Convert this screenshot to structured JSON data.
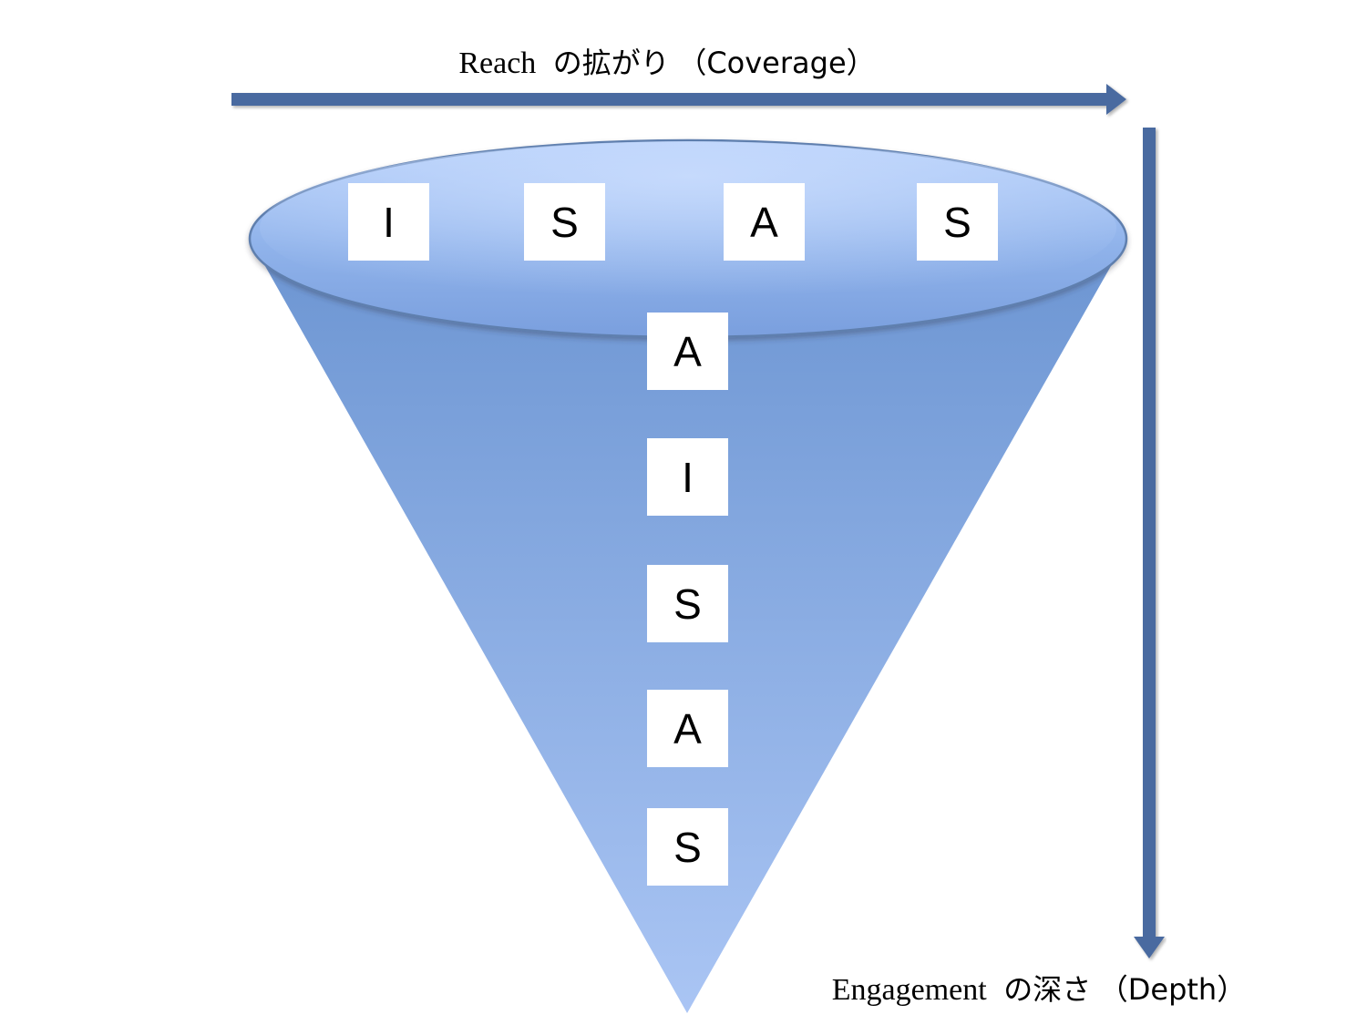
{
  "reach_label": {
    "en": "Reach",
    "ja": "の拡がり",
    "paren": "（Coverage）"
  },
  "engagement_label": {
    "en": "Engagement",
    "ja": "の深さ",
    "paren": "（Depth）"
  },
  "top_row": [
    "I",
    "S",
    "A",
    "S"
  ],
  "vertical_column": [
    "A",
    "I",
    "S",
    "A",
    "S"
  ],
  "colors": {
    "arrow": "#4a6aa0",
    "cone_top": "#6f97d3",
    "cone_bottom": "#a9c4f3",
    "rim": "#9bbdf4",
    "box_fill": "#ffffff",
    "text": "#000000"
  }
}
